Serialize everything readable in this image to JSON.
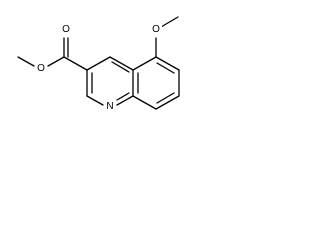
{
  "molecule": {
    "atoms": {
      "carbonyl_oxygen": "O",
      "ester_oxygen": "O",
      "methoxy_oxygen": "O",
      "ring_nitrogen": "N"
    }
  },
  "colors": {
    "background": "#ffffff",
    "bonds": "#000000",
    "labels": "#000000"
  }
}
